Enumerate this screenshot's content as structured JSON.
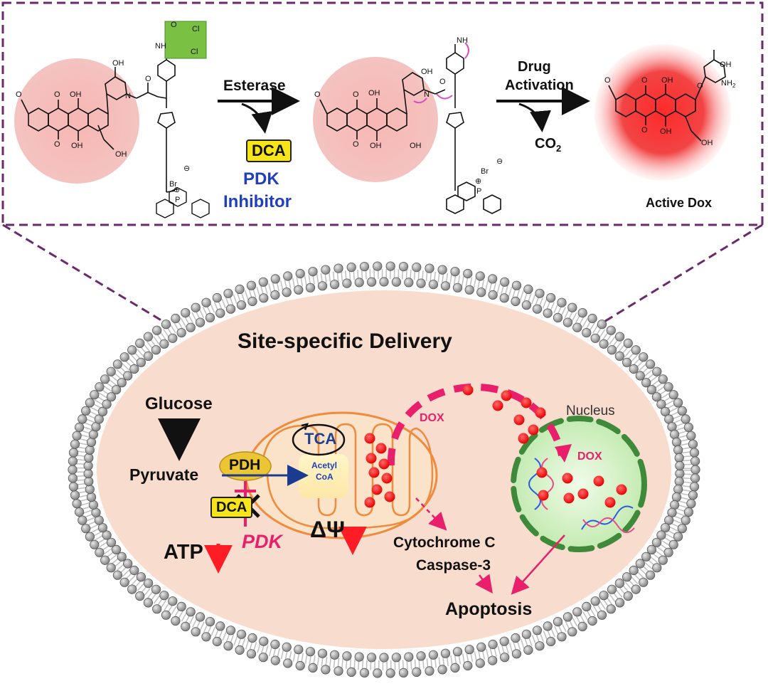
{
  "top_panel": {
    "step1_enzyme": "Esterase",
    "step1_release": "DCA",
    "step1_role_line1": "PDK",
    "step1_role_line2": "Inhibitor",
    "step2_line1": "Drug",
    "step2_line2": "Activation",
    "step2_release": "CO",
    "step2_release_sub": "2",
    "product_label": "Active Dox",
    "atom_labels": {
      "cl": "Cl",
      "nh": "NH",
      "n": "N",
      "o": "O",
      "oh": "OH",
      "nh2": "NH",
      "nh2_sub": "2",
      "br": "Br",
      "p": "P",
      "plus": "⊕",
      "minus": "⊖"
    }
  },
  "cell": {
    "title": "Site-specific Delivery",
    "glucose": "Glucose",
    "pyruvate": "Pyruvate",
    "pdh": "PDH",
    "acetyl_line1": "Acetyl",
    "acetyl_line2": "CoA",
    "tca": "TCA",
    "dca": "DCA",
    "pdk": "PDK",
    "atp": "ATP",
    "delta_psi": "ΔΨ",
    "dox_label_1": "DOX",
    "dox_label_2": "DOX",
    "nucleus": "Nucleus",
    "cytochrome": "Cytochrome C",
    "caspase": "Caspase-3",
    "apoptosis": "Apoptosis"
  },
  "colors": {
    "frame_dash": "#6b2a6b",
    "cell_fill": "#f8ddcf",
    "lipid_head": "#9a9a9a",
    "mito_outline": "#f08a3c",
    "dox_dot": "#ff1d25",
    "pink_arrow": "#ea1f6b",
    "nucleus_fill": "#d9f5cc",
    "nucleus_edge": "#3f8a3a",
    "dca_yellow": "#f7e51a",
    "pdh_fill": "#ecc534",
    "pdk_blue": "#1f3fbf",
    "green_box": "#7ac143"
  }
}
